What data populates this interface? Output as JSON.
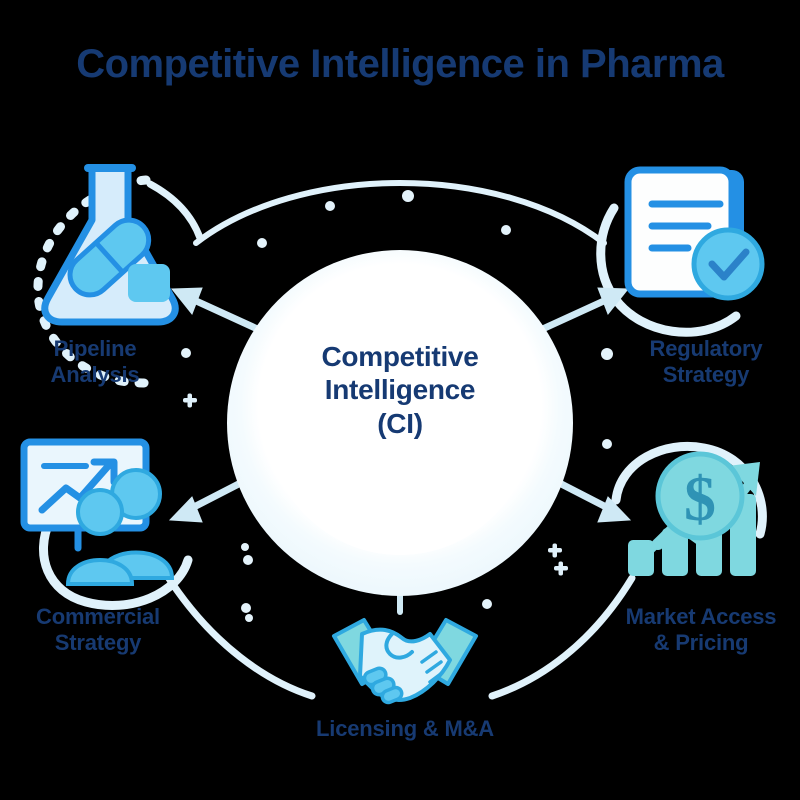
{
  "title": "Competitive Intelligence in Pharma",
  "center": {
    "line1": "Competitive",
    "line2": "Intelligence",
    "line3": "(CI)",
    "full_text": "Competitive Intelligence (CI)"
  },
  "nodes": [
    {
      "id": "pipeline",
      "label": "Pipeline\nAnalysis",
      "icon": "flask-pill-icon",
      "position": "top-left"
    },
    {
      "id": "regulatory",
      "label": "Regulatory\nStrategy",
      "icon": "document-check-icon",
      "position": "top-right"
    },
    {
      "id": "commercial",
      "label": "Commercial\nStrategy",
      "icon": "presentation-people-icon",
      "position": "bottom-left"
    },
    {
      "id": "market",
      "label": "Market Access\n& Pricing",
      "icon": "dollar-magnifier-barchart-icon",
      "position": "bottom-right"
    },
    {
      "id": "licensing",
      "label": "Licensing & M&A",
      "icon": "handshake-icon",
      "position": "bottom-center"
    }
  ],
  "colors": {
    "background": "#000000",
    "title_navy": "#163a73",
    "label_navy": "#173a72",
    "hub_ring_pale": "#e3f3fb",
    "hub_core_white": "#ffffff",
    "arrow_light_blue": "#cfe9f5",
    "outer_arc": "#e0f2fb",
    "icon_blue_stroke": "#2490e4",
    "icon_cyan_fill": "#5ec8f0",
    "icon_teal_fill": "#7fd8e0",
    "icon_pale_fill": "#d9eefb"
  }
}
